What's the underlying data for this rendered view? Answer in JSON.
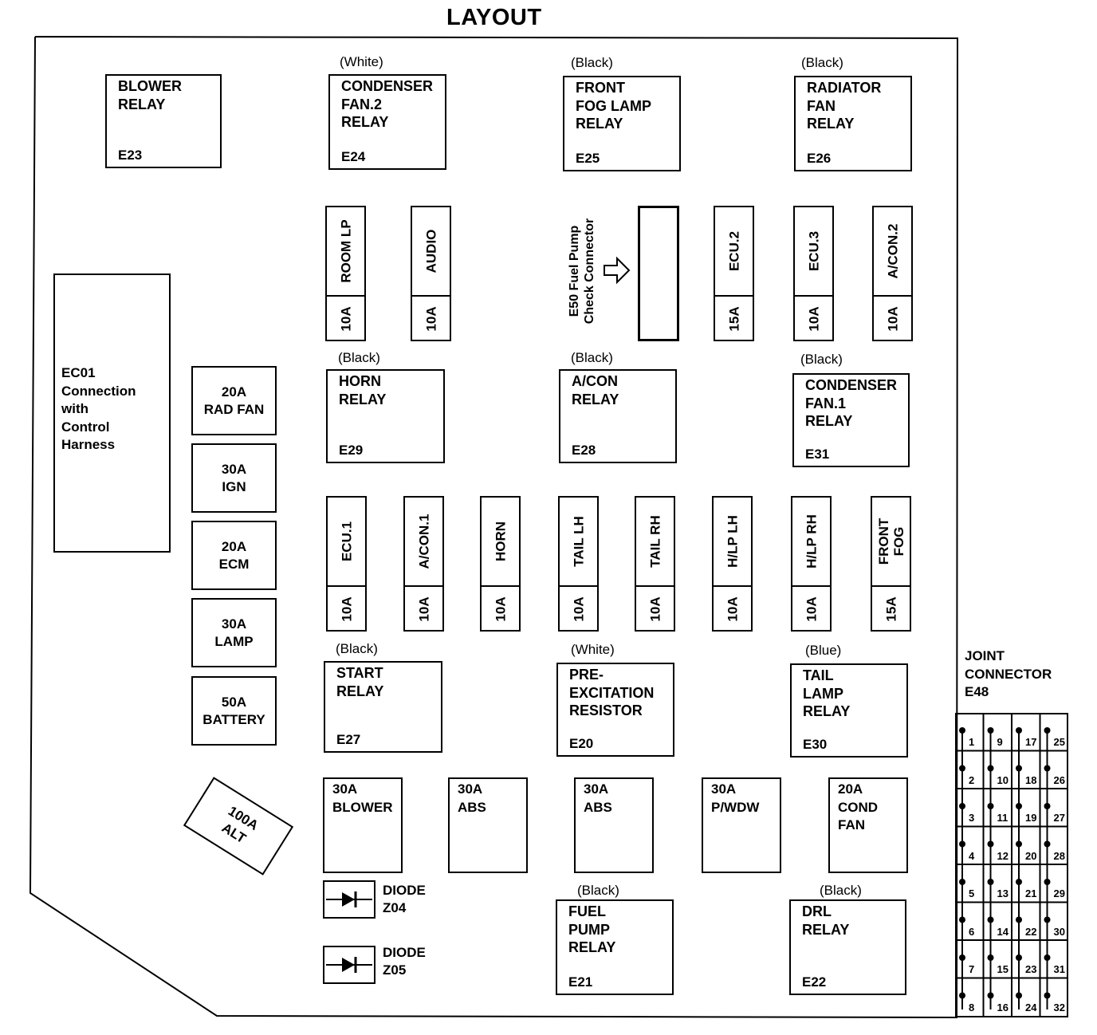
{
  "title": "LAYOUT",
  "relays": [
    {
      "id": "e23",
      "name": "BLOWER\nRELAY",
      "code": "E23",
      "color": ""
    },
    {
      "id": "e24",
      "name": "CONDENSER\nFAN.2\nRELAY",
      "code": "E24",
      "color": "(White)"
    },
    {
      "id": "e25",
      "name": "FRONT\nFOG LAMP\nRELAY",
      "code": "E25",
      "color": "(Black)"
    },
    {
      "id": "e26",
      "name": "RADIATOR\nFAN\nRELAY",
      "code": "E26",
      "color": "(Black)"
    },
    {
      "id": "e29",
      "name": "HORN\nRELAY",
      "code": "E29",
      "color": "(Black)"
    },
    {
      "id": "e28",
      "name": "A/CON\nRELAY",
      "code": "E28",
      "color": "(Black)"
    },
    {
      "id": "e31",
      "name": "CONDENSER\nFAN.1\nRELAY",
      "code": "E31",
      "color": "(Black)"
    },
    {
      "id": "e27",
      "name": "START\nRELAY",
      "code": "E27",
      "color": "(Black)"
    },
    {
      "id": "e20",
      "name": "PRE-\nEXCITATION\nRESISTOR",
      "code": "E20",
      "color": "(White)"
    },
    {
      "id": "e30",
      "name": "TAIL\nLAMP\nRELAY",
      "code": "E30",
      "color": "(Blue)"
    },
    {
      "id": "e21",
      "name": "FUEL\nPUMP\nRELAY",
      "code": "E21",
      "color": "(Black)"
    },
    {
      "id": "e22",
      "name": "DRL\nRELAY",
      "code": "E22",
      "color": "(Black)"
    }
  ],
  "small_fuses_top": [
    {
      "name": "ROOM LP",
      "amp": "10A"
    },
    {
      "name": "AUDIO",
      "amp": "10A"
    },
    {
      "name": "ECU.2",
      "amp": "15A"
    },
    {
      "name": "ECU.3",
      "amp": "10A"
    },
    {
      "name": "A/CON.2",
      "amp": "10A"
    }
  ],
  "small_fuses_mid": [
    {
      "name": "ECU.1",
      "amp": "10A"
    },
    {
      "name": "A/CON.1",
      "amp": "10A"
    },
    {
      "name": "HORN",
      "amp": "10A"
    },
    {
      "name": "TAIL LH",
      "amp": "10A"
    },
    {
      "name": "TAIL RH",
      "amp": "10A"
    },
    {
      "name": "H/LP LH",
      "amp": "10A"
    },
    {
      "name": "H/LP RH",
      "amp": "10A"
    },
    {
      "name": "FRONT\nFOG",
      "amp": "15A"
    }
  ],
  "fuel_pump_check": "E50 Fuel Pump\nCheck Connector",
  "ec01": "EC01\nConnection\nwith\nControl\nHarness",
  "left_fuses": [
    "20A\nRAD FAN",
    "30A\nIGN",
    "20A\nECM",
    "30A\nLAMP",
    "50A\nBATTERY"
  ],
  "alt_fuse": "100A\nALT",
  "big_fuses": [
    "30A\nBLOWER",
    "30A\nABS",
    "30A\nABS",
    "30A\nP/WDW",
    "20A\nCOND\nFAN"
  ],
  "diodes": [
    "DIODE\nZ04",
    "DIODE\nZ05"
  ],
  "joint_connector": {
    "label": "JOINT\nCONNECTOR\nE48",
    "pins": [
      "1",
      "2",
      "3",
      "4",
      "5",
      "6",
      "7",
      "8",
      "9",
      "10",
      "11",
      "12",
      "13",
      "14",
      "15",
      "16",
      "17",
      "18",
      "19",
      "20",
      "21",
      "22",
      "23",
      "24",
      "25",
      "26",
      "27",
      "28",
      "29",
      "30",
      "31",
      "32"
    ]
  }
}
